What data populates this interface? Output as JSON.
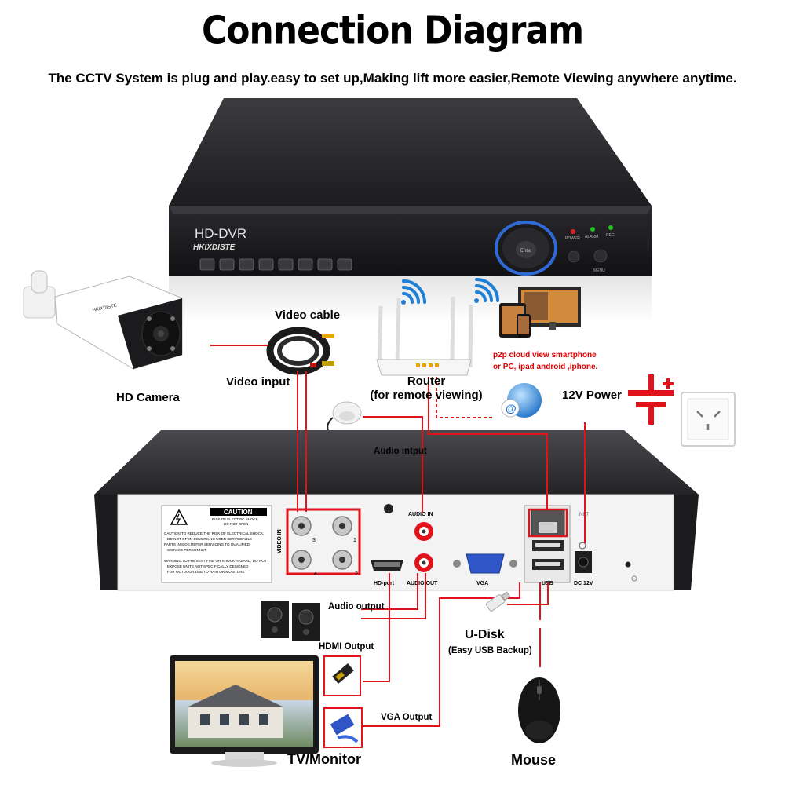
{
  "title": "Connection Diagram",
  "subtitle": "The CCTV System is plug and play.easy to set up,Making lift more easier,Remote Viewing anywhere anytime.",
  "dvr_front": {
    "brand": "HD-DVR",
    "model": "HKIXDISTE",
    "enter_label": "Enter",
    "indicators": [
      "POWER",
      "ALARM",
      "REC"
    ],
    "menu_label": "MENU"
  },
  "labels": {
    "hd_camera": "HD Camera",
    "video_cable": "Video cable",
    "video_input": "Video input",
    "router": "Router",
    "router_note": "(for remote viewing)",
    "p2p_line1": "p2p cloud  view smartphone",
    "p2p_line2": "or PC, ipad android ,iphone.",
    "power": "12V Power",
    "audio_input": "Audio intput",
    "audio_output": "Audio output",
    "hdmi_output": "HDMI Output",
    "vga_output": "VGA Output",
    "udisk": "U-Disk",
    "udisk_note": "(Easy USB Backup)",
    "tv_monitor": "TV/Monitor",
    "mouse": "Mouse"
  },
  "rear_panel": {
    "caution_title": "CAUTION",
    "caution_sub1": "RISK OF ELECTRIC SHOCK",
    "caution_sub2": "DO NOT OPEN",
    "caution_text": [
      "CAUTION:TO REDUCE THE RISK OF ELECTRICAL SHOCK,",
      "DO NOT OPEN COVERS.NO USER SERVICEABLE",
      "PARTS IN SIDE.REFER SERVICING TO QUALIFIED",
      "SERVICE PERSONNET",
      "WARNING:TO PREVENT FIRE OR SHOCK HAZARD, DO NOT",
      "EXPOSE UNITS NOT SPECIFICALLY DESIGNED",
      "FOR OUTDOOR USE TO RAIN OR MOISTURE"
    ],
    "video_in": "VIDEO IN",
    "channels": [
      "1",
      "2",
      "3",
      "4"
    ],
    "audio_in": "AUDIO IN",
    "hdport": "HD-port",
    "audio_out": "AUDIO OUT",
    "vga": "VGA",
    "net": "NET",
    "usb": "USB",
    "dc": "DC 12V"
  },
  "colors": {
    "line": "#e0131b",
    "device": "#2a2a2e",
    "panel": "#f4f4f4",
    "accent": "#2f6ad6"
  }
}
